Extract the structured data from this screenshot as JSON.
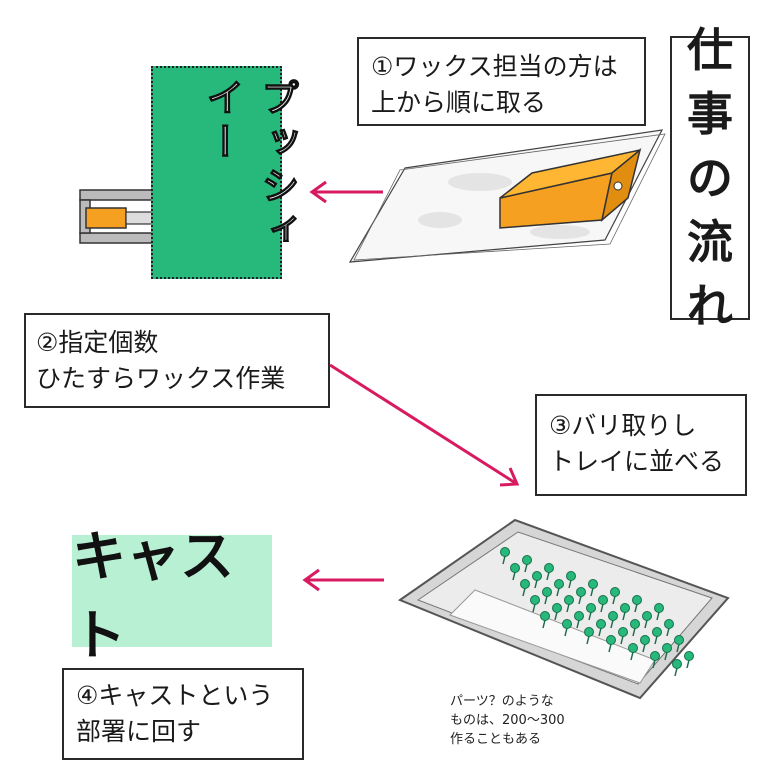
{
  "title": {
    "chars": [
      "仕",
      "事",
      "の",
      "流",
      "れ"
    ]
  },
  "steps": [
    {
      "line1": "①ワックス担当の方は",
      "line2": "上から順に取る"
    },
    {
      "line1": "②指定個数",
      "line2": "ひたすらワックス作業"
    },
    {
      "line1": "③バリ取りし",
      "line2": "トレイに並べる"
    },
    {
      "line1": "④キャストという",
      "line2": "部署に回す"
    }
  ],
  "pusher": {
    "label": "プッシィイー"
  },
  "cast": {
    "label": "キャスト"
  },
  "note": "パーツ？のような\nものは、200〜300\n作ることもある",
  "colors": {
    "arrow": "#d81b60",
    "green": "#27b97c",
    "mint": "#b8f0d4",
    "wax": "#f5a020"
  }
}
